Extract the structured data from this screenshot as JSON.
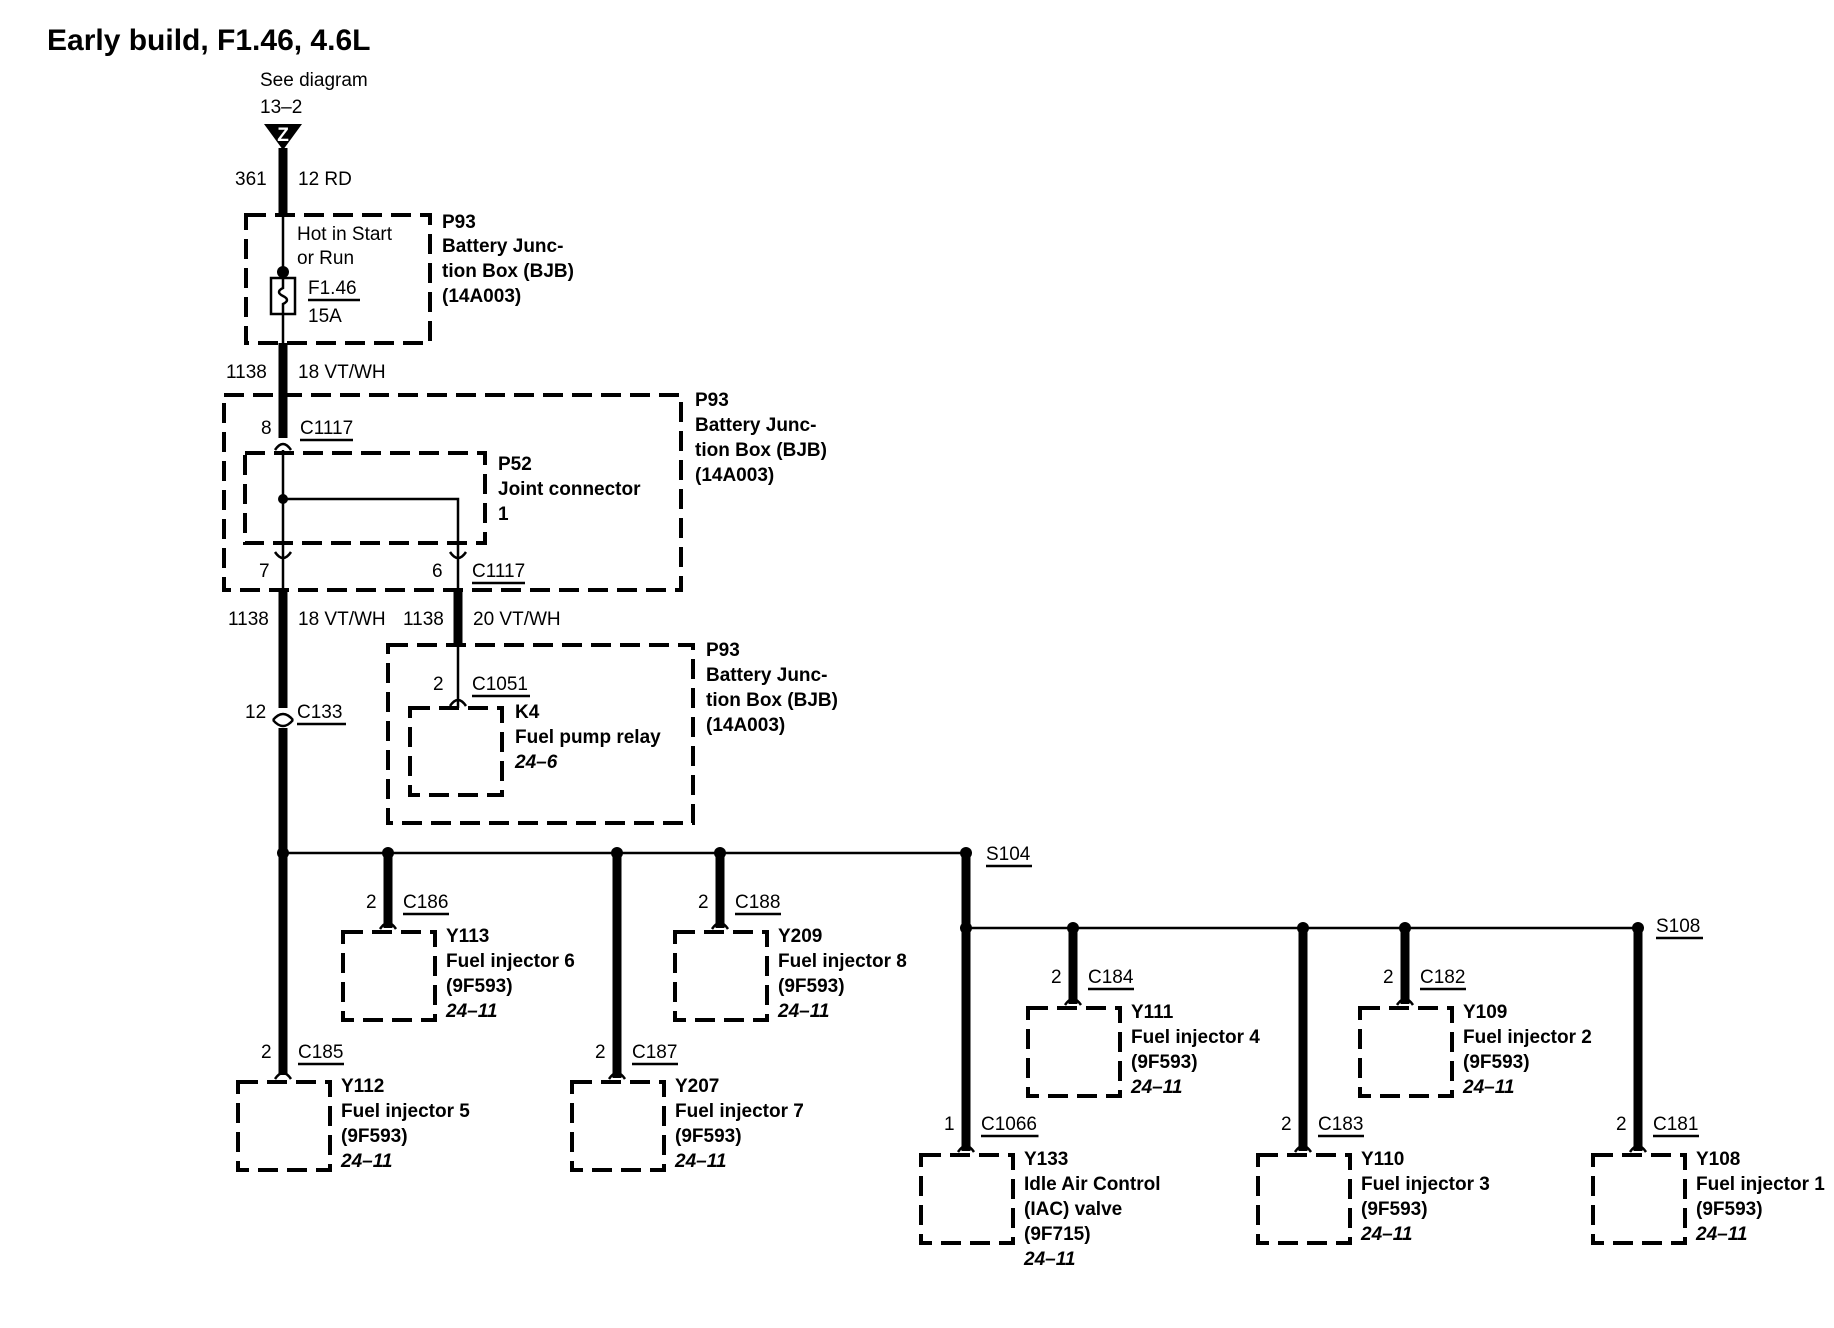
{
  "title": "Early build, F1.46, 4.6L",
  "ref": {
    "line1": "See diagram",
    "line2": "13–2",
    "marker": "Z"
  },
  "feed_wire": {
    "circuit": "361",
    "gauge_color": "12 RD"
  },
  "fuse_box": {
    "id": "P93",
    "name1": "Battery Junc-",
    "name2": "tion Box (BJB)",
    "part": "(14A003)",
    "hot1": "Hot in Start",
    "hot2": "or Run",
    "fuse": "F1.46",
    "rating": "15A"
  },
  "wire_1138_top": {
    "circuit": "1138",
    "gauge_color": "18 VT/WH"
  },
  "bjb_joint": {
    "id": "P93",
    "name1": "Battery Junc-",
    "name2": "tion Box (BJB)",
    "part": "(14A003)",
    "pin_in": "8",
    "connector_top": "C1117",
    "joint_id": "P52",
    "joint_name": "Joint connector",
    "joint_num": "1",
    "pin_out_a": "7",
    "pin_out_b": "6",
    "connector_bottom": "C1117"
  },
  "wire_left": {
    "circuit": "1138",
    "gauge_color": "18 VT/WH"
  },
  "wire_right": {
    "circuit": "1138",
    "gauge_color": "20 VT/WH"
  },
  "relay_box": {
    "id": "P93",
    "name1": "Battery Junc-",
    "name2": "tion Box (BJB)",
    "part": "(14A003)",
    "pin": "2",
    "connector": "C1051",
    "relay_id": "K4",
    "relay_name": "Fuel pump relay",
    "relay_ref": "24–6"
  },
  "inline_conn": {
    "pin": "12",
    "connector": "C133"
  },
  "splices": {
    "s104": "S104",
    "s108": "S108"
  },
  "components": [
    {
      "pin": "2",
      "connector": "C185",
      "id": "Y112",
      "name": "Fuel injector 5",
      "part": "(9F593)",
      "ref": "24–11"
    },
    {
      "pin": "2",
      "connector": "C186",
      "id": "Y113",
      "name": "Fuel injector 6",
      "part": "(9F593)",
      "ref": "24–11"
    },
    {
      "pin": "2",
      "connector": "C187",
      "id": "Y207",
      "name": "Fuel injector 7",
      "part": "(9F593)",
      "ref": "24–11"
    },
    {
      "pin": "2",
      "connector": "C188",
      "id": "Y209",
      "name": "Fuel injector 8",
      "part": "(9F593)",
      "ref": "24–11"
    },
    {
      "pin": "1",
      "connector": "C1066",
      "id": "Y133",
      "name": "Idle Air Control",
      "name2": "(IAC) valve",
      "part": "(9F715)",
      "ref": "24–11"
    },
    {
      "pin": "2",
      "connector": "C184",
      "id": "Y111",
      "name": "Fuel injector 4",
      "part": "(9F593)",
      "ref": "24–11"
    },
    {
      "pin": "2",
      "connector": "C183",
      "id": "Y110",
      "name": "Fuel injector 3",
      "part": "(9F593)",
      "ref": "24–11"
    },
    {
      "pin": "2",
      "connector": "C182",
      "id": "Y109",
      "name": "Fuel injector 2",
      "part": "(9F593)",
      "ref": "24–11"
    },
    {
      "pin": "2",
      "connector": "C181",
      "id": "Y108",
      "name": "Fuel injector 1",
      "part": "(9F593)",
      "ref": "24–11"
    }
  ]
}
